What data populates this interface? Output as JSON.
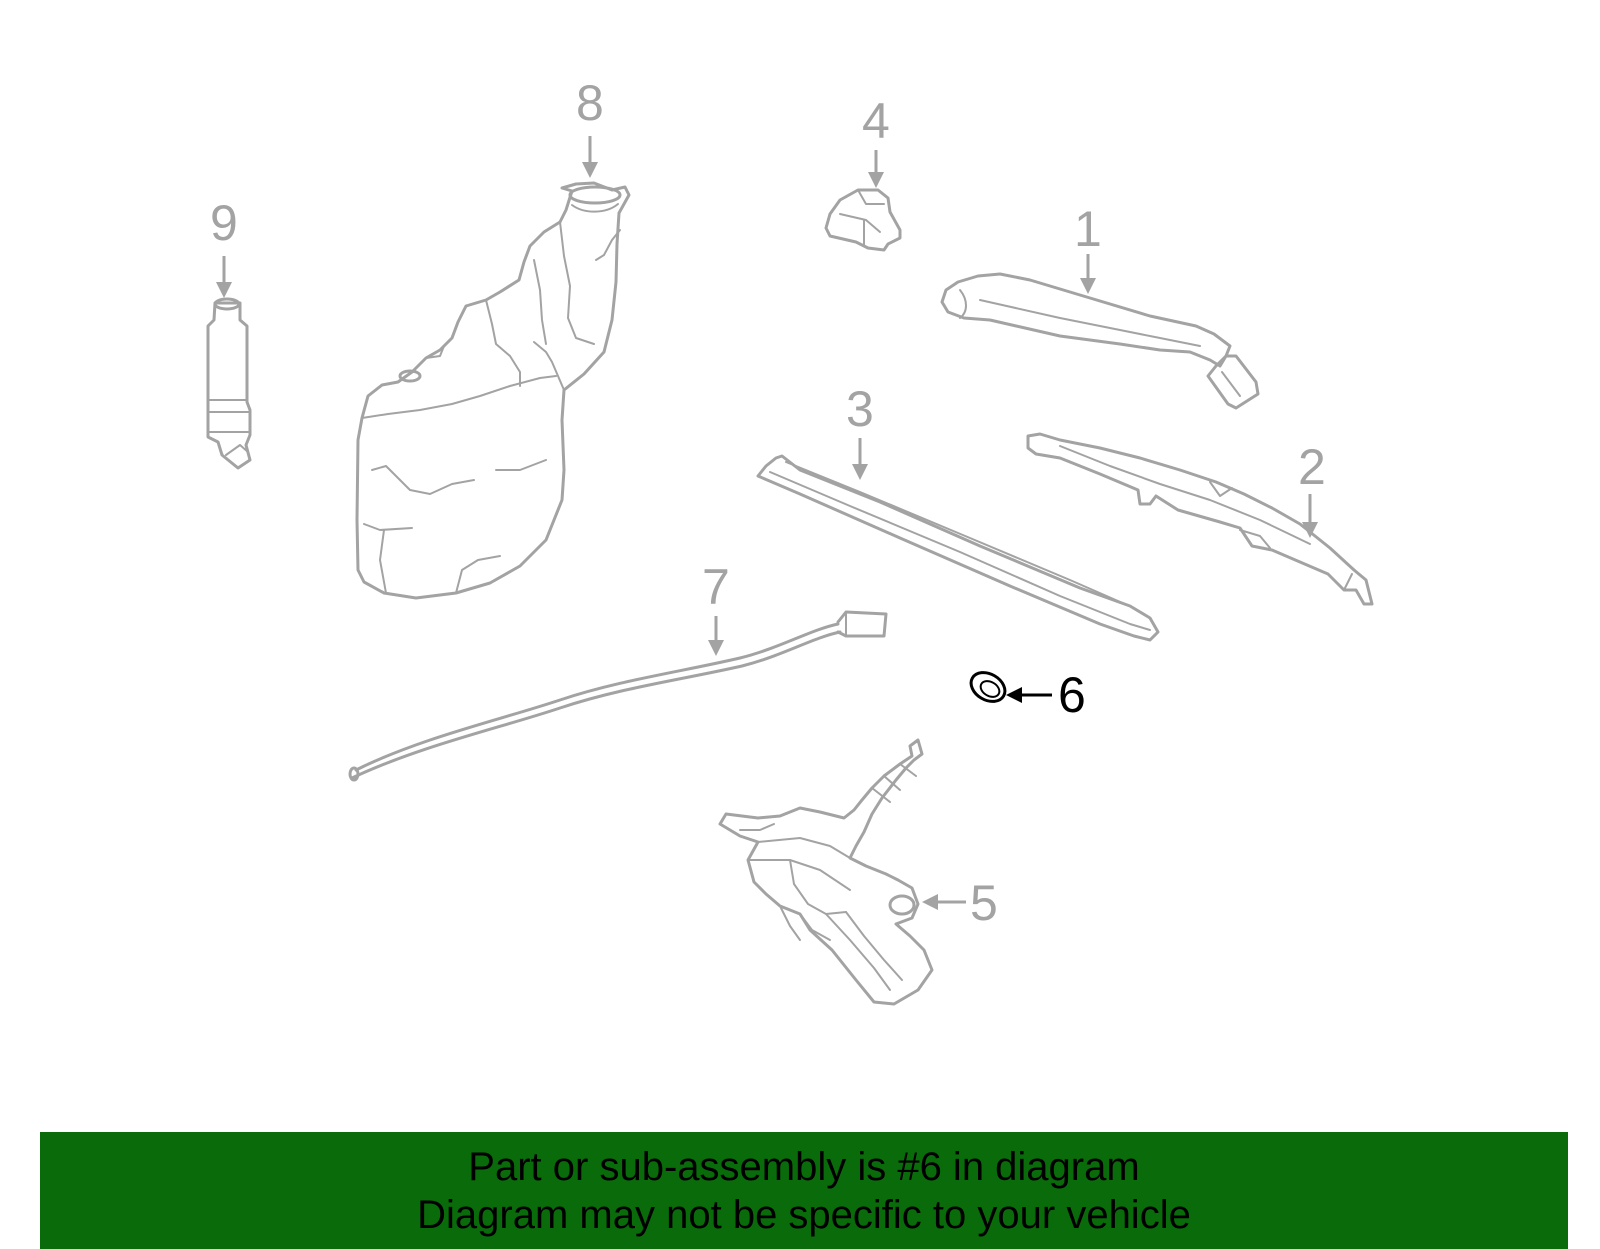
{
  "callouts": {
    "p1": "1",
    "p2": "2",
    "p3": "3",
    "p4": "4",
    "p5": "5",
    "p6": "6",
    "p7": "7",
    "p8": "8",
    "p9": "9"
  },
  "highlighted_part": "6",
  "colors": {
    "line_art": "#a3a3a3",
    "highlight": "#000000",
    "banner_background": "#0a6b0a",
    "banner_text": "#000000"
  },
  "banner": {
    "line1": "Part or sub-assembly is #6 in diagram",
    "line2": "Diagram may not be specific to your vehicle"
  }
}
